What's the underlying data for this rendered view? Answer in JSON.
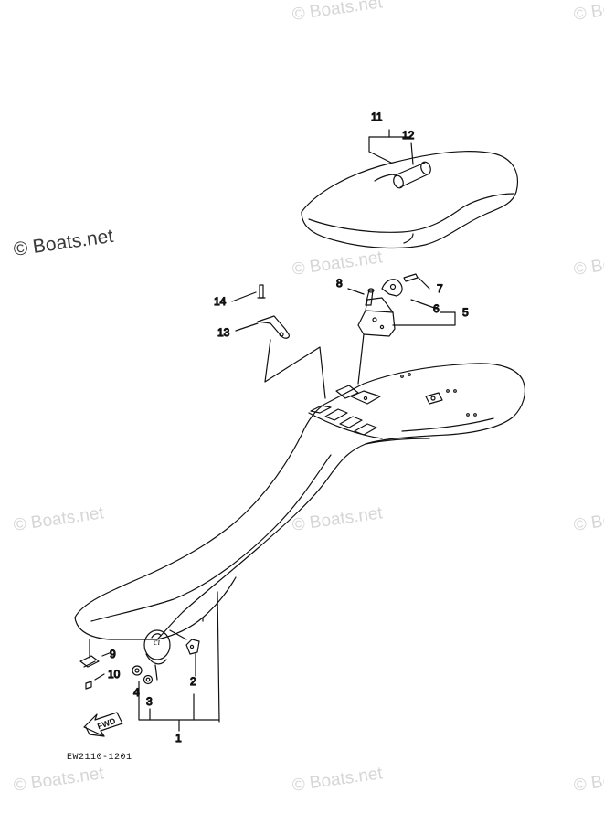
{
  "watermark": {
    "main": "© Boats.net",
    "repeat": "© Boats.net"
  },
  "diagram_code": "EW2110-1201",
  "fwd_label": "FWD",
  "callouts": [
    "1",
    "2",
    "3",
    "4",
    "5",
    "6",
    "7",
    "8",
    "9",
    "10",
    "11",
    "12",
    "13",
    "14"
  ],
  "colors": {
    "line": "#111111",
    "watermark": "#d6d6d6",
    "background": "#ffffff"
  }
}
